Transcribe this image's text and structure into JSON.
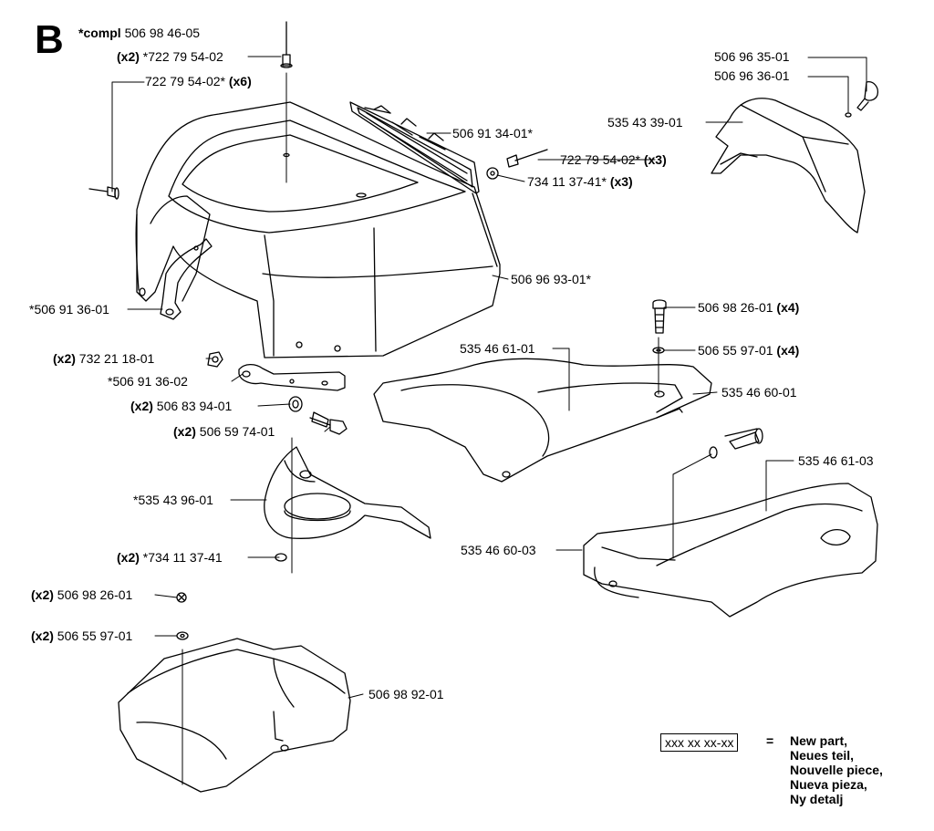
{
  "section_letter": "B",
  "labels": {
    "compl": {
      "q": "*compl",
      "r": " 506 98 46-05"
    },
    "l1": {
      "q": "(x2)",
      "r": " *722 79 54-02"
    },
    "l2": {
      "r": "722 79 54-02*",
      "q": " (x6)"
    },
    "l3": {
      "r": "506 91 34-01*"
    },
    "l4": {
      "r": "722 79 54-02*",
      "q": " (x3)"
    },
    "l5": {
      "r": "734 11 37-41*",
      "q": " (x3)"
    },
    "l6": {
      "r": "506 96 35-01"
    },
    "l7": {
      "r": "506 96 36-01"
    },
    "l8": {
      "r": "535 43 39-01"
    },
    "l9": {
      "r": "506 96 93-01*"
    },
    "l10": {
      "r": "*506 91 36-01"
    },
    "l11": {
      "r": "506 98 26-01",
      "q": " (x4)"
    },
    "l12": {
      "r": "506 55 97-01",
      "q": " (x4)"
    },
    "l13": {
      "r": "535 46 61-01"
    },
    "l14": {
      "r": "535 46 60-01"
    },
    "l15": {
      "q": "(x2)",
      "r": " 732 21 18-01"
    },
    "l16": {
      "r": "*506 91 36-02"
    },
    "l17": {
      "q": "(x2)",
      "r": " 506 83 94-01"
    },
    "l18": {
      "q": "(x2)",
      "r": " 506 59 74-01"
    },
    "l19": {
      "r": "*535 43 96-01"
    },
    "l20": {
      "q": "(x2)",
      "r": " *734 11 37-41"
    },
    "l21": {
      "r": "535 46 61-03"
    },
    "l22": {
      "r": "535 46 60-03"
    },
    "l23": {
      "q": "(x2)",
      "r": " 506 98 26-01"
    },
    "l24": {
      "q": "(x2)",
      "r": " 506 55 97-01"
    },
    "l25": {
      "r": "506 98 92-01"
    }
  },
  "legend": {
    "box": "xxx xx xx-xx",
    "eq": "=",
    "lines": [
      "New part,",
      "Neues teil,",
      "Nouvelle piece,",
      "Nueva pieza,",
      "Ny detalj"
    ]
  }
}
